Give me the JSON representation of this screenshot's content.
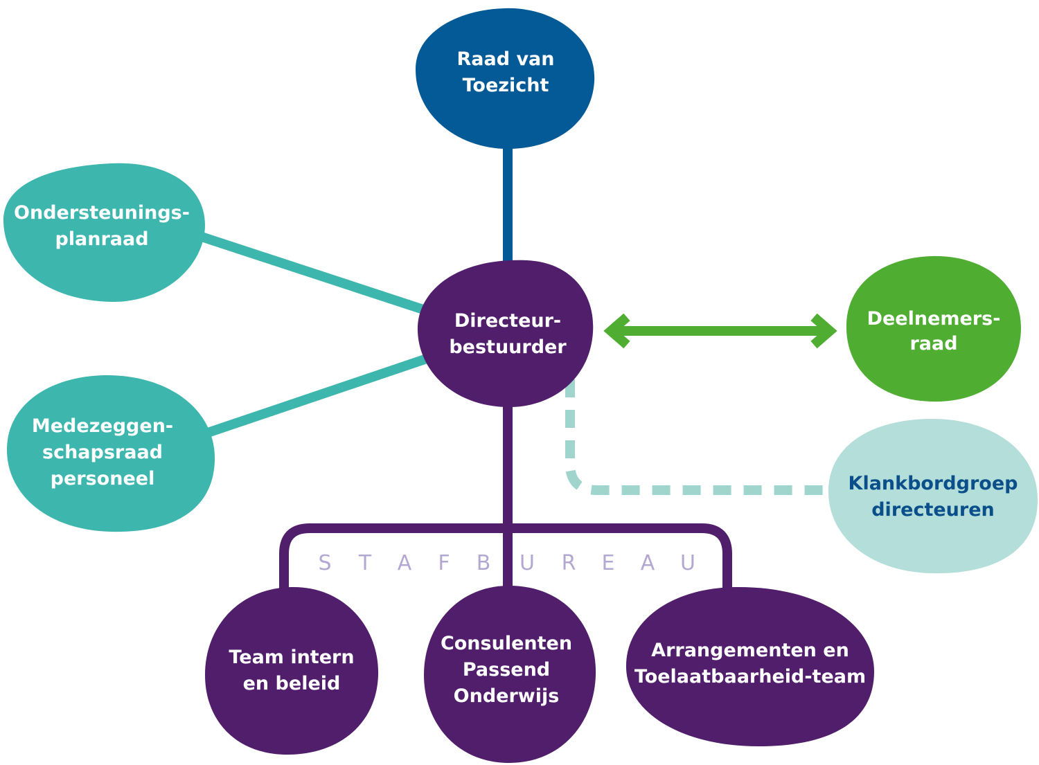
{
  "colors": {
    "navy": "#045a96",
    "teal": "#3db7ad",
    "purple": "#511e6c",
    "green": "#4fae32",
    "light_teal": "#b3ded9",
    "dashed": "#9fd5cd",
    "staf_text": "#b3a8d2",
    "dark_text": "#0b4f8a"
  },
  "nodes": {
    "raad": {
      "lines": [
        "Raad van",
        "Toezicht"
      ]
    },
    "ondersteuning": {
      "lines": [
        "Ondersteunings-",
        "planraad"
      ]
    },
    "medezeggen": {
      "lines": [
        "Medezeggen-",
        "schapsraad",
        "personeel"
      ]
    },
    "directeur": {
      "lines": [
        "Directeur-",
        "bestuurder"
      ]
    },
    "deelnemers": {
      "lines": [
        "Deelnemers-",
        "raad"
      ]
    },
    "klankbord": {
      "lines": [
        "Klankbordgroep",
        "directeuren"
      ]
    },
    "team": {
      "lines": [
        "Team intern",
        "en beleid"
      ]
    },
    "consulenten": {
      "lines": [
        "Consulenten",
        "Passend",
        "Onderwijs"
      ]
    },
    "arrangementen": {
      "lines": [
        "Arrangementen en",
        "Toelaatbaarheid-team"
      ]
    }
  },
  "stafbureau": {
    "letters": [
      "S",
      "T",
      "A",
      "F",
      "B",
      "U",
      "R",
      "E",
      "A",
      "U"
    ]
  }
}
